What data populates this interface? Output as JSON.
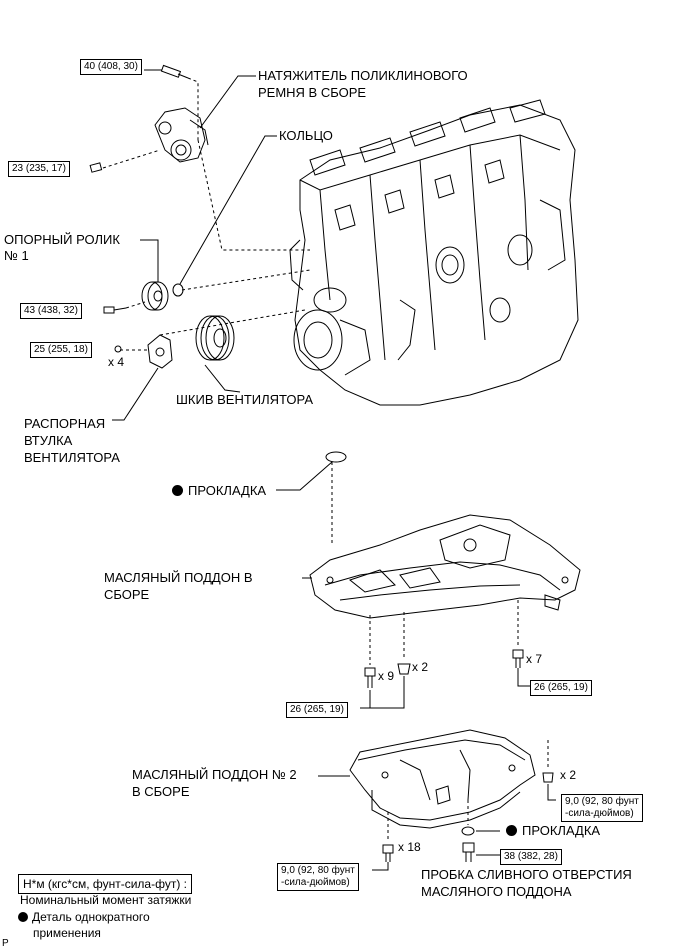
{
  "labels": {
    "tensioner": "НАТЯЖИТЕЛЬ ПОЛИКЛИНОВОГО",
    "tensioner_2": "РЕМНЯ В СБОРЕ",
    "ring": "КОЛЬЦО",
    "idler": "ОПОРНЫЙ РОЛИК",
    "idler_2": "№ 1",
    "fan_pulley": "ШКИВ ВЕНТИЛЯТОРА",
    "fan_spacer": "РАСПОРНАЯ",
    "fan_spacer_2": "ВТУЛКА",
    "fan_spacer_3": "ВЕНТИЛЯТОРА",
    "gasket_top": "ПРОКЛАДКА",
    "oil_pan": "МАСЛЯНЫЙ ПОДДОН В",
    "oil_pan_2": "СБОРЕ",
    "oil_pan2": "МАСЛЯНЫЙ ПОДДОН № 2",
    "oil_pan2_2": "В СБОРЕ",
    "gasket_bottom": "ПРОКЛАДКА",
    "drain_plug": "ПРОБКА СЛИВНОГО ОТВЕРСТИЯ",
    "drain_plug_2": "МАСЛЯНОГО ПОДДОНА"
  },
  "torques": {
    "t1": "40 (408, 30)",
    "t2": "23 (235, 17)",
    "t3": "43 (438, 32)",
    "t4": "25 (255, 18)",
    "t5": "26 (265, 19)",
    "t6": "26 (265, 19)",
    "t7": "9,0 (92, 80 фунт",
    "t7b": "-сила-дюймов)",
    "t8": "9,0 (92, 80 фунт",
    "t8b": "-сила-дюймов)",
    "t9": "38 (382, 28)"
  },
  "quantities": {
    "q_spacer": "x 4",
    "q_9": "x 9",
    "q_2a": "x 2",
    "q_7": "x 7",
    "q_2b": "x 2",
    "q_18": "x 18"
  },
  "legend": {
    "units": "Н*м (кгс*см, фунт-сила-фут) :",
    "units_desc": "Номинальный момент затяжки",
    "nonreusable_1": "Деталь однократного",
    "nonreusable_2": "применения"
  },
  "corner_mark": "P",
  "icons": {
    "non_reusable": "filled-circle-icon"
  }
}
